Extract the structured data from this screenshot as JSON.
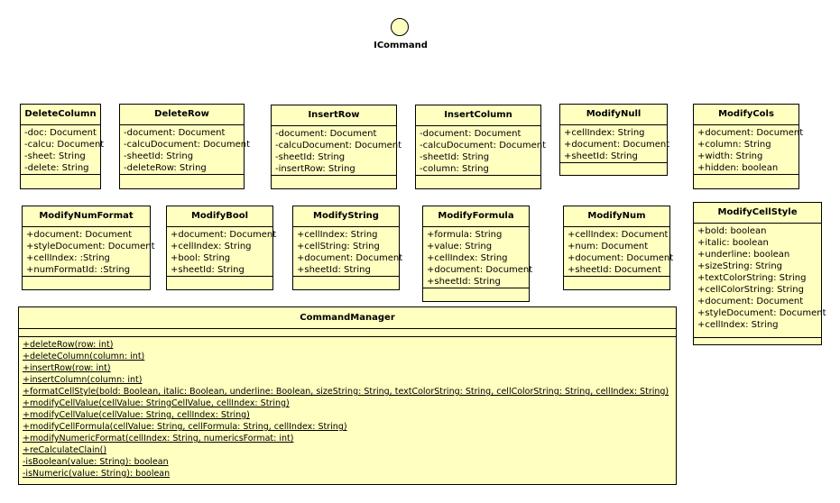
{
  "interface": {
    "name": "ICommand"
  },
  "classes": [
    {
      "name": "DeleteColumn",
      "attributes": [
        "-doc: Document",
        "-calcu: Document",
        "-sheet: String",
        "-delete: String"
      ]
    },
    {
      "name": "DeleteRow",
      "attributes": [
        "-document: Document",
        "-calcuDocument: Document",
        "-sheetId: String",
        "-deleteRow: String"
      ]
    },
    {
      "name": "InsertRow",
      "attributes": [
        "-document: Document",
        "-calcuDocument: Document",
        "-sheetId: String",
        "-insertRow: String"
      ]
    },
    {
      "name": "InsertColumn",
      "attributes": [
        "-document: Document",
        "-calcuDocument: Document",
        "-sheetId: String",
        "-column: String"
      ]
    },
    {
      "name": "ModifyNull",
      "attributes": [
        "+cellIndex: String",
        "+document: Document",
        "+sheetId: String"
      ]
    },
    {
      "name": "ModifyCols",
      "attributes": [
        "+document: Document",
        "+column: String",
        "+width: String",
        "+hidden: boolean"
      ]
    },
    {
      "name": "ModifyNumFormat",
      "attributes": [
        "+document: Document",
        "+styleDocument: Document",
        "+cellIndex: :String",
        "+numFormatId: :String"
      ]
    },
    {
      "name": "ModifyBool",
      "attributes": [
        "+document: Document",
        "+cellIndex: String",
        "+bool: String",
        "+sheetId: String"
      ]
    },
    {
      "name": "ModifyString",
      "attributes": [
        "+cellIndex: String",
        "+cellString: String",
        "+document: Document",
        "+sheetId: String"
      ]
    },
    {
      "name": "ModifyFormula",
      "attributes": [
        "+formula: String",
        "+value: String",
        "+cellIndex: String",
        "+document: Document",
        "+sheetId: String"
      ]
    },
    {
      "name": "ModifyNum",
      "attributes": [
        "+cellIndex: Document",
        "+num: Document",
        "+document: Document",
        "+sheetId: Document"
      ]
    },
    {
      "name": "ModifyCellStyle",
      "attributes": [
        "+bold: boolean",
        "+italic: boolean",
        "+underline: boolean",
        "+sizeString: String",
        "+textColorString: String",
        "+cellColorString: String",
        "+document: Document",
        "+styleDocument: Document",
        "+cellIndex: String"
      ]
    }
  ],
  "manager": {
    "name": "CommandManager",
    "operations": [
      "+deleteRow(row: int)",
      "+deleteColumn(column: int)",
      "+insertRow(row: int)",
      "+insertColumn(column: int)",
      "+formatCellStyle(bold: Boolean, italic: Boolean, underline: Boolean, sizeString: String, textColorString: String, cellColorString: String, cellIndex: String)",
      "+modifyCellValue(cellValue: StringCellValue, cellIndex: String)",
      "+modifyCellValue(cellValue: String, cellIndex: String)",
      "+modifyCellFormula(cellValue: String, cellFormula: String, cellIndex: String)",
      "+modifyNumericFormat(cellIndex: String, numericsFormat: int)",
      "+reCalculateClain()",
      "-isBoolean(value: String): boolean",
      "-isNumeric(value: String): boolean"
    ]
  }
}
